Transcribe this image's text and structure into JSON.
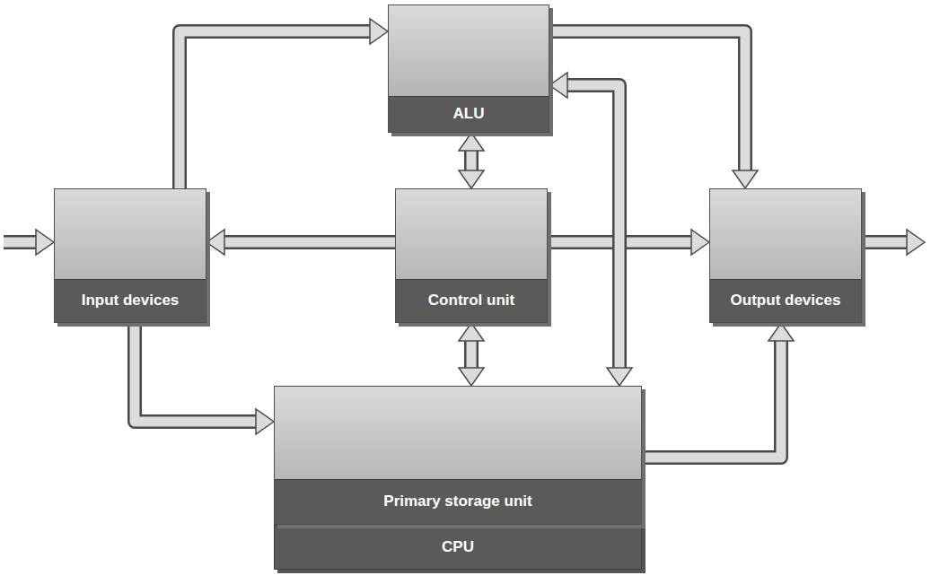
{
  "diagram": {
    "nodes": [
      {
        "text": [
          "CPU"
        ]
      },
      {
        "text": [
          "ALU"
        ],
        "in": 0
      },
      {
        "text": [
          "Input devices"
        ]
      },
      {
        "text": [
          "Control unit"
        ],
        "in": 0
      },
      {
        "text": [
          "Output devices"
        ]
      },
      {
        "text": [
          "Primary storage unit"
        ],
        "in": 0
      }
    ],
    "edges": [
      {
        "from": 2,
        "to": 1,
        "arrow": "to"
      },
      {
        "from": 1,
        "to": 4,
        "arrow": "to"
      },
      {
        "from": 3,
        "to": 1,
        "arrow": "both"
      },
      {
        "from": 3,
        "to": 5,
        "arrow": "both"
      },
      {
        "from": 3,
        "to": 2,
        "arrow": "to"
      },
      {
        "from": 3,
        "to": 4,
        "arrow": "to"
      },
      {
        "from": 2,
        "to": 5,
        "arrow": "to"
      },
      {
        "from": 5,
        "to": 4,
        "arrow": "to"
      },
      {
        "from": 1,
        "to": 5,
        "arrow": "both"
      }
    ]
  }
}
